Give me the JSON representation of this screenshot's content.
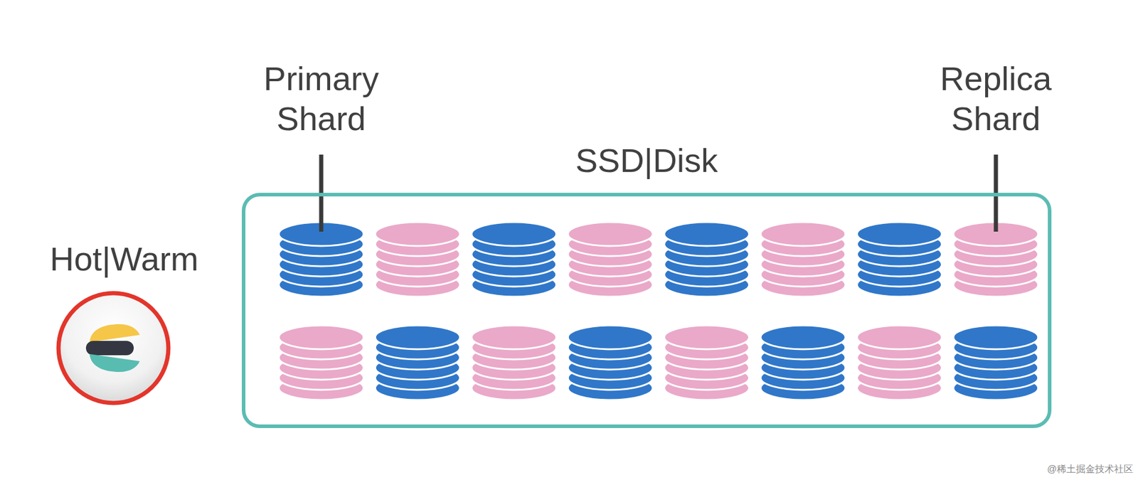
{
  "diagram": {
    "nodes": [
      {
        "text": [
          "SSD|Disk"
        ]
      }
    ],
    "labels": [
      "Primary Shard",
      "Replica Shard",
      "Hot|Warm",
      "@稀土掘金技术社区"
    ]
  }
}
